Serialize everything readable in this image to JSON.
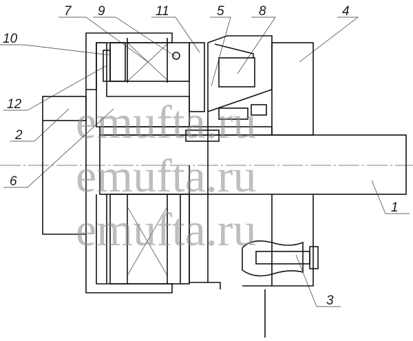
{
  "drawing": {
    "title": "Electromagnetic clutch assembly section",
    "labels": [
      {
        "id": "7",
        "text": "7"
      },
      {
        "id": "9",
        "text": "9"
      },
      {
        "id": "11",
        "text": "11"
      },
      {
        "id": "5",
        "text": "5"
      },
      {
        "id": "8",
        "text": "8"
      },
      {
        "id": "4",
        "text": "4"
      },
      {
        "id": "10",
        "text": "10"
      },
      {
        "id": "12",
        "text": "12"
      },
      {
        "id": "2",
        "text": "2"
      },
      {
        "id": "6",
        "text": "6"
      },
      {
        "id": "1",
        "text": "1"
      },
      {
        "id": "3",
        "text": "3"
      }
    ],
    "watermark": [
      "emufta.ru",
      "emufta.ru",
      "emufta.ru"
    ]
  }
}
